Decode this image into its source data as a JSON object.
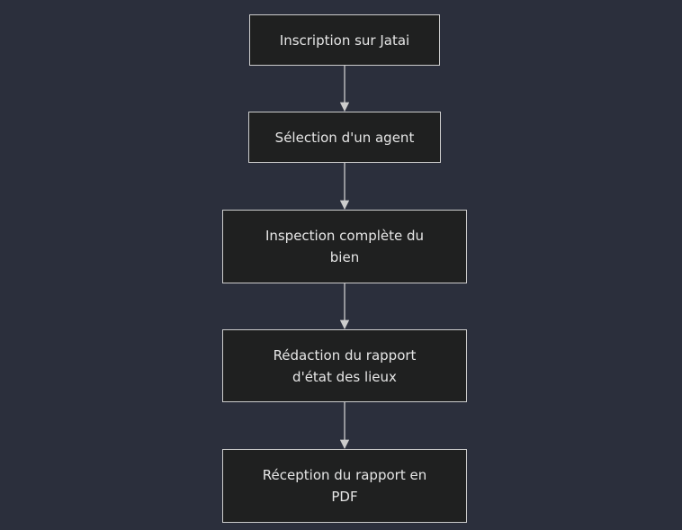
{
  "diagram": {
    "type": "flowchart",
    "direction": "top-down",
    "colors": {
      "background": "#2b2f3c",
      "node_fill": "#1f2020",
      "node_border": "#cccccc",
      "text": "#e6e6e6",
      "edge": "#cccccc"
    },
    "nodes": [
      {
        "id": "n1",
        "label": "Inscription sur Jatai"
      },
      {
        "id": "n2",
        "label": "Sélection d'un agent"
      },
      {
        "id": "n3",
        "label": "Inspection complète du bien"
      },
      {
        "id": "n4",
        "label": "Rédaction du rapport d'état des lieux"
      },
      {
        "id": "n5",
        "label": "Réception du rapport en PDF"
      }
    ],
    "edges": [
      {
        "from": "n1",
        "to": "n2"
      },
      {
        "from": "n2",
        "to": "n3"
      },
      {
        "from": "n3",
        "to": "n4"
      },
      {
        "from": "n4",
        "to": "n5"
      }
    ]
  }
}
